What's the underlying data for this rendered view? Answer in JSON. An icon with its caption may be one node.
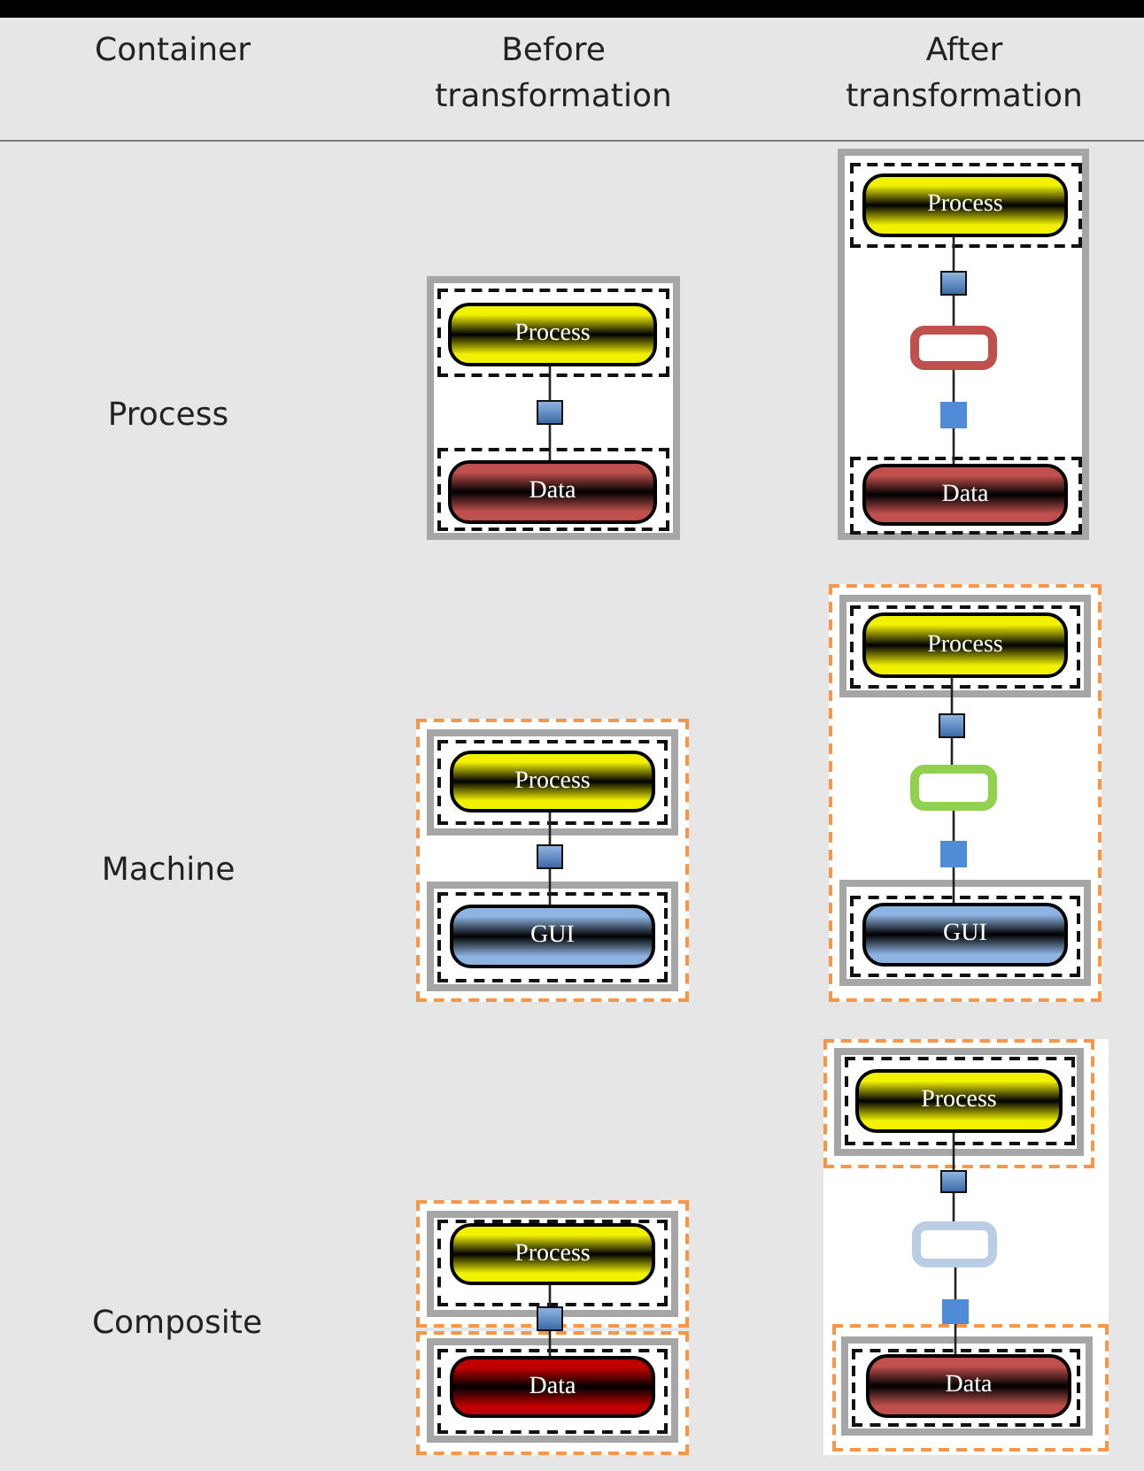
{
  "diagram": {
    "nodes": [
      {
        "text": [],
        "shape": "box"
      },
      {
        "text": [],
        "shape": "box",
        "in": 0
      },
      {
        "text": [
          "Process"
        ],
        "in": 1
      },
      {
        "text": [],
        "shape": "box",
        "in": 0
      },
      {
        "text": [],
        "shape": "box",
        "in": 0
      },
      {
        "text": [
          "Data"
        ],
        "in": 4
      },
      {
        "text": [],
        "shape": "box"
      },
      {
        "text": [],
        "shape": "box",
        "in": 6
      },
      {
        "text": [
          "Process"
        ],
        "in": 7
      },
      {
        "text": [],
        "shape": "box",
        "in": 6
      },
      {
        "text": [],
        "shape": "box",
        "in": 6
      },
      {
        "text": [],
        "shape": "box",
        "in": 6
      },
      {
        "text": [],
        "shape": "box",
        "in": 6
      },
      {
        "text": [
          "Data"
        ],
        "in": 12
      },
      {
        "text": [],
        "shape": "box"
      },
      {
        "text": [],
        "shape": "box",
        "in": 14
      },
      {
        "text": [],
        "shape": "box",
        "in": 15
      },
      {
        "text": [
          "Process"
        ],
        "in": 16
      },
      {
        "text": [],
        "shape": "box",
        "in": 14
      },
      {
        "text": [],
        "shape": "box",
        "in": 14
      },
      {
        "text": [],
        "shape": "box",
        "in": 19
      },
      {
        "text": [
          "GUI"
        ],
        "in": 20
      },
      {
        "text": [],
        "shape": "box"
      },
      {
        "text": [],
        "shape": "box",
        "in": 22
      },
      {
        "text": [],
        "shape": "box",
        "in": 23
      },
      {
        "text": [
          "Process"
        ],
        "in": 24
      },
      {
        "text": [],
        "shape": "box",
        "in": 22
      },
      {
        "text": [],
        "shape": "box",
        "in": 22
      },
      {
        "text": [],
        "shape": "box",
        "in": 22
      },
      {
        "text": [],
        "shape": "box",
        "in": 22
      },
      {
        "text": [],
        "shape": "box",
        "in": 29
      },
      {
        "text": [
          "GUI"
        ],
        "in": 30
      },
      {
        "text": [],
        "shape": "box"
      },
      {
        "text": [],
        "shape": "box",
        "in": 32
      },
      {
        "text": [],
        "shape": "box",
        "in": 33
      },
      {
        "text": [
          "Process"
        ],
        "in": 34
      },
      {
        "text": [],
        "shape": "box"
      },
      {
        "text": [],
        "shape": "box"
      },
      {
        "text": [],
        "shape": "box",
        "in": 37
      },
      {
        "text": [],
        "shape": "box",
        "in": 38
      },
      {
        "text": [
          "Data"
        ],
        "in": 39
      },
      {
        "text": [],
        "shape": "box"
      },
      {
        "text": [],
        "shape": "box",
        "in": 41
      },
      {
        "text": [],
        "shape": "box",
        "in": 42
      },
      {
        "text": [
          "Process"
        ],
        "in": 43
      },
      {
        "text": [],
        "shape": "box"
      },
      {
        "text": [],
        "shape": "box"
      },
      {
        "text": [],
        "shape": "box"
      },
      {
        "text": [],
        "shape": "box"
      },
      {
        "text": [],
        "shape": "box",
        "in": 48
      },
      {
        "text": [],
        "shape": "box",
        "in": 49
      },
      {
        "text": [
          "Data"
        ],
        "in": 50
      }
    ],
    "edges": [
      {
        "from": 2,
        "to": 3,
        "arrow": "none"
      },
      {
        "from": 3,
        "to": 5,
        "arrow": "none"
      },
      {
        "from": 8,
        "to": 9,
        "arrow": "none"
      },
      {
        "from": 9,
        "to": 10,
        "arrow": "none"
      },
      {
        "from": 10,
        "to": 11,
        "arrow": "none"
      },
      {
        "from": 11,
        "to": 13,
        "arrow": "none"
      },
      {
        "from": 17,
        "to": 18,
        "arrow": "none"
      },
      {
        "from": 18,
        "to": 21,
        "arrow": "none"
      },
      {
        "from": 25,
        "to": 26,
        "arrow": "none"
      },
      {
        "from": 26,
        "to": 27,
        "arrow": "none"
      },
      {
        "from": 27,
        "to": 28,
        "arrow": "none"
      },
      {
        "from": 28,
        "to": 31,
        "arrow": "none"
      },
      {
        "from": 35,
        "to": 36,
        "arrow": "none"
      },
      {
        "from": 36,
        "to": 40,
        "arrow": "none"
      },
      {
        "from": 44,
        "to": 45,
        "arrow": "none"
      },
      {
        "from": 45,
        "to": 46,
        "arrow": "none"
      },
      {
        "from": 46,
        "to": 47,
        "arrow": "none"
      },
      {
        "from": 47,
        "to": 51,
        "arrow": "none"
      }
    ],
    "labels": [
      "Container",
      "Before transformation",
      "After transformation",
      "Process",
      "Machine",
      "Composite"
    ]
  }
}
